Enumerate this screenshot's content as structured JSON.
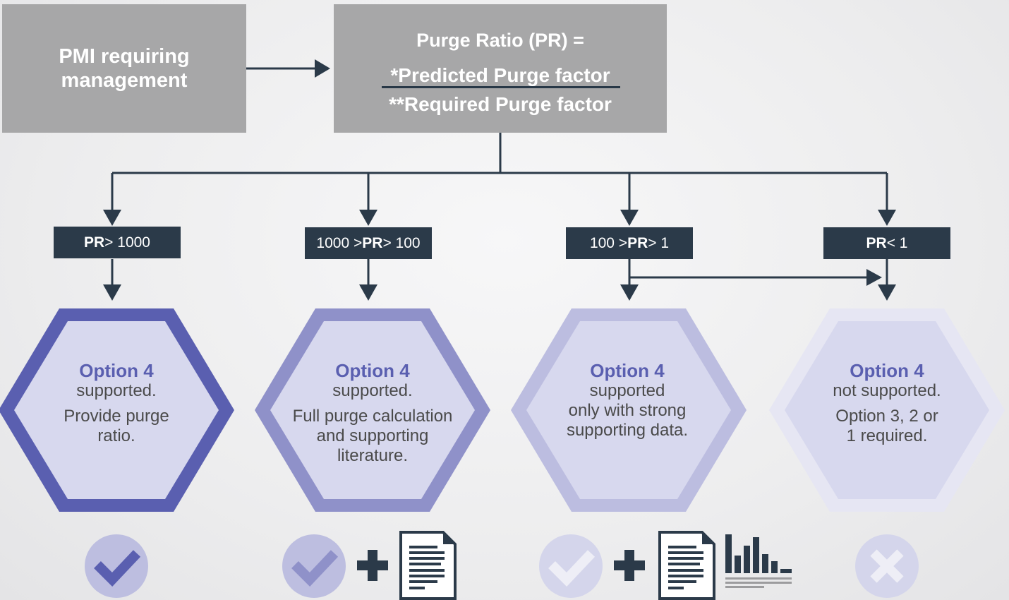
{
  "pmi_box": {
    "line1": "PMI requiring",
    "line2": "management"
  },
  "pr_box": {
    "title": "Purge Ratio (PR) =",
    "numerator": "*Predicted Purge factor",
    "denominator": "**Required Purge factor"
  },
  "conditions": [
    {
      "pre": "",
      "bold": "PR",
      "post": " > 1000"
    },
    {
      "pre": "1000 > ",
      "bold": "PR",
      "post": " > 100"
    },
    {
      "pre": "100 > ",
      "bold": "PR",
      "post": " > 1"
    },
    {
      "pre": "",
      "bold": "PR",
      "post": " < 1"
    }
  ],
  "hexagons": [
    {
      "title": "Option 4",
      "lines": [
        "supported."
      ],
      "detail": [
        "Provide purge",
        "ratio."
      ]
    },
    {
      "title": "Option 4",
      "lines": [
        "supported."
      ],
      "detail": [
        "Full purge calculation",
        "and supporting",
        "literature."
      ]
    },
    {
      "title": "Option 4",
      "lines": [
        "supported",
        "only with strong",
        "supporting data."
      ],
      "detail": []
    },
    {
      "title": "Option 4",
      "lines": [
        "not supported."
      ],
      "detail": [
        "Option 3, 2 or",
        "1 required."
      ]
    }
  ],
  "colors": {
    "box_gray": "#a7a7a8",
    "dark_navy": "#2b3a49",
    "hex_outer": [
      "#5a5fb0",
      "#8f91c9",
      "#bcbde0",
      "#e6e6f3"
    ],
    "hex_inner": [
      "#d7d8ee",
      "#d7d8ee",
      "#d7d8ee",
      "#d7d8ee"
    ],
    "check_bg": [
      "#bdbee0",
      "#bdbee0",
      "#d4d5eb",
      "#d4d5eb"
    ],
    "check_mark": [
      "#5a5fb0",
      "#8f91c9",
      "#eeeef6",
      "#eeeef6"
    ]
  },
  "icons": [
    "checkmark-icon",
    "plus-icon",
    "document-icon",
    "bar-chart-icon",
    "cross-icon"
  ]
}
